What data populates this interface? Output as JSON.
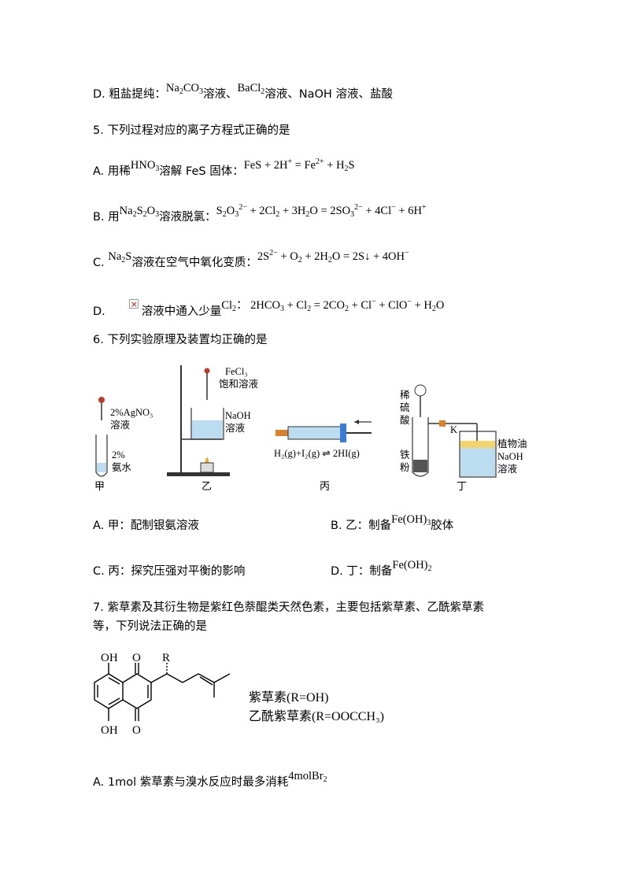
{
  "q4": {
    "d_prefix": "D. 粗盐提纯：",
    "d_text": "溶液、NaOH 溶液、盐酸"
  },
  "q5": {
    "stem": "5. 下列过程对应的离子方程式正确的是",
    "a_prefix": "A. 用稀",
    "a_mid": "溶解 FeS 固体：",
    "b_prefix": "B. 用",
    "b_mid": "溶液脱氯：",
    "c_prefix": "C. ",
    "c_mid": "溶液在空气中氧化变质：",
    "d_prefix": "D.",
    "d_mid": "溶液中通入少量"
  },
  "q6": {
    "stem": "6. 下列实验原理及装置均正确的是",
    "fig_labels": {
      "jia": "甲",
      "yi": "乙",
      "bing": "丙",
      "ding": "丁",
      "agno3": "2%AgNO₃",
      "rongye": "溶液",
      "two_pct": "2%",
      "anshui": "氨水",
      "fecl3": "FeCl₃",
      "baohe": "饱和溶液",
      "naoh": "NaOH",
      "naoh_rongye": "溶液",
      "eq_bing": "H₂(g)+I₂(g) ⇌ 2HI(g)",
      "xi": "稀",
      "liu": "硫",
      "suan": "酸",
      "k": "K",
      "tie": "铁",
      "fen": "粉",
      "zhiwuyou": "植物油",
      "naoh2": "NaOH",
      "rongye2": "溶液"
    },
    "a": "A. 甲：配制银氨溶液",
    "b_prefix": "B. 乙：制备",
    "b_suffix": "胶体",
    "c": "C. 丙：探究压强对平衡的影响",
    "d_prefix": "D. 丁：制备"
  },
  "q7": {
    "stem_line1": "7. 紫草素及其衍生物是紫红色萘醌类天然色素，主要包括紫草素、乙酰紫草素",
    "stem_line2": "等，下列说法正确的是",
    "oh_top": "OH",
    "o_top": "O",
    "r": "R",
    "oh_bottom": "OH",
    "o_bottom": "O",
    "name1": "紫草素(R=OH)",
    "name2": "乙酰紫草素(R=OOCCH₃)",
    "a_prefix": "A. 1mol 紫草素与溴水反应时最多消耗"
  }
}
